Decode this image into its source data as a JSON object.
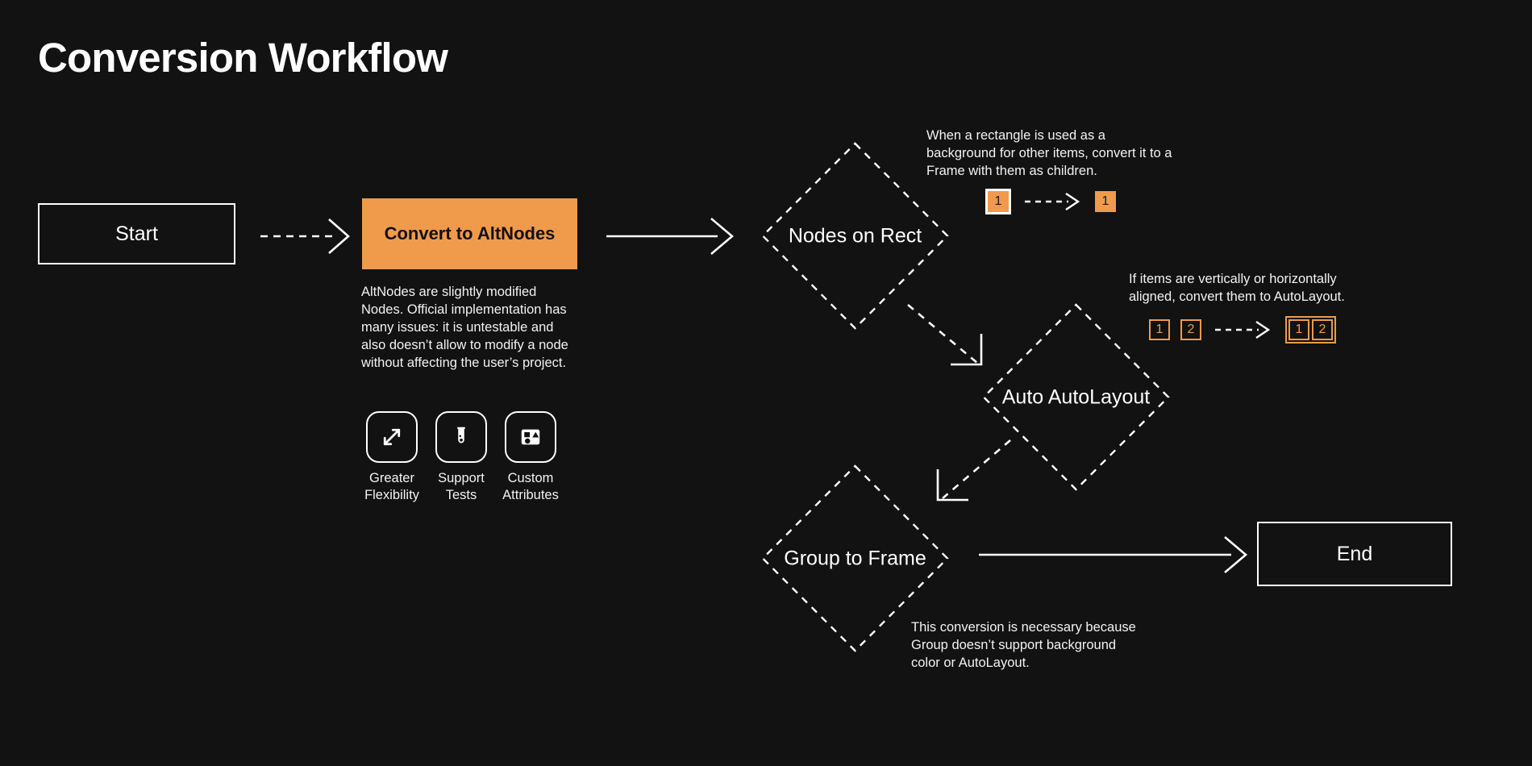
{
  "page": {
    "title": "Conversion Workflow",
    "background_color": "#121212",
    "accent_color": "#f09a4b",
    "line_color": "#ffffff",
    "text_color": "#f2f2f2"
  },
  "nodes": {
    "start": {
      "label": "Start",
      "shape": "rectangle"
    },
    "convert": {
      "label": "Convert to AltNodes",
      "shape": "rectangle",
      "fill": "#f09a4b"
    },
    "nodes_on_rect": {
      "label": "Nodes on Rect",
      "shape": "diamond"
    },
    "auto_autolayout": {
      "label": "Auto AutoLayout",
      "shape": "diamond"
    },
    "group_to_frame": {
      "label": "Group to Frame",
      "shape": "diamond"
    },
    "end": {
      "label": "End",
      "shape": "rectangle"
    }
  },
  "convert_note": "AltNodes are slightly modified Nodes. Official implementation has many issues: it is untestable and also doesn’t allow to modify a node without affecting the user’s project.",
  "features": [
    {
      "icon": "expand-arrows-icon",
      "label": "Greater Flexibility"
    },
    {
      "icon": "test-tube-icon",
      "label": "Support Tests"
    },
    {
      "icon": "shapes-icon",
      "label": "Custom Attributes"
    }
  ],
  "annotations": {
    "nodes_on_rect": "When a rectangle is used as a background for other items, convert it to a Frame with them as children.",
    "auto_autolayout": "If items are vertically or horizontally aligned, convert them to AutoLayout.",
    "group_to_frame": "This conversion is necessary because Group doesn’t support background color or AutoLayout."
  },
  "mini_diagrams": {
    "rect_to_frame": {
      "before": [
        {
          "text": "1",
          "style": "white-frame"
        }
      ],
      "after": [
        {
          "text": "1",
          "style": "orange-solid"
        }
      ]
    },
    "items_to_autolayout": {
      "before": [
        {
          "text": "1",
          "style": "orange-outline"
        },
        {
          "text": "2",
          "style": "orange-outline"
        }
      ],
      "after_group": [
        {
          "text": "1",
          "style": "orange-outline"
        },
        {
          "text": "2",
          "style": "orange-outline"
        }
      ]
    }
  },
  "connectors": [
    {
      "from": "start",
      "to": "convert",
      "style": "dashed"
    },
    {
      "from": "convert",
      "to": "nodes_on_rect",
      "style": "solid"
    },
    {
      "from": "nodes_on_rect",
      "to": "auto_autolayout",
      "style": "dashed"
    },
    {
      "from": "auto_autolayout",
      "to": "group_to_frame",
      "style": "dashed"
    },
    {
      "from": "group_to_frame",
      "to": "end",
      "style": "solid"
    }
  ]
}
